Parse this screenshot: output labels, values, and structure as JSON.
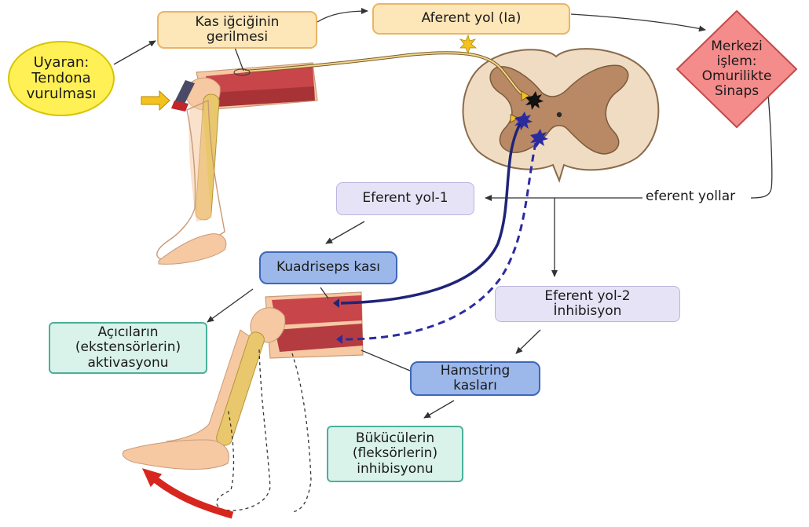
{
  "nodes": {
    "stimulus": "Uyaran:\nTendona\nvurulması",
    "spindle_stretch": "Kas iğciğinin\ngerilmesi",
    "afferent": "Aferent yol (Ia)",
    "central": "Merkezi\nişlem:\nOmurilikte\nSinaps",
    "efferent_label": "eferent yollar",
    "efferent1": "Eferent yol-1",
    "quadriceps": "Kuadriseps kası",
    "extensor_activation": "Açıcıların\n(ekstensörlerin)\naktivasyonu",
    "efferent2": "Eferent yol-2\nİnhibisyon",
    "hamstring": "Hamstring\nkasları",
    "flexor_inhibition": "Bükücülerin\n(fleksörlerin)\ninhibisyonu"
  },
  "colors": {
    "yellow": "#fff055",
    "orange": "#fde6b8",
    "lavender": "#e7e3f6",
    "blue": "#9cb8ea",
    "teal": "#d9f2ea",
    "red_diamond": "#f58c8c",
    "spinal_grey": "#efdcc3",
    "spinal_brown": "#b88964",
    "muscle_red": "#c8454a",
    "bone": "#e9c86d",
    "skin": "#f6c9a3",
    "motor_nerve": "#1f2478"
  }
}
